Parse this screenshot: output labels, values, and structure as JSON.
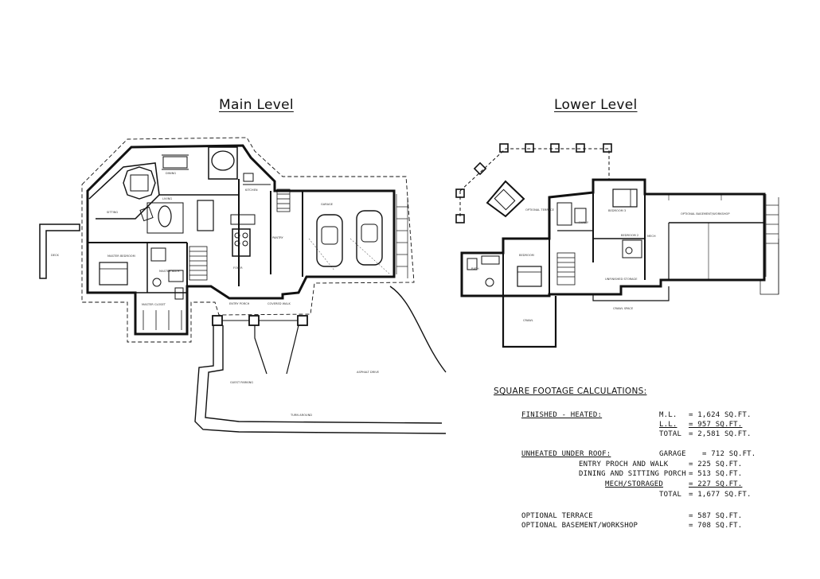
{
  "titles": {
    "main": "Main Level",
    "lower": "Lower Level"
  },
  "square_footage": {
    "heading": "SQUARE FOOTAGE CALCULATIONS:",
    "finished_label": "FINISHED - HEATED:",
    "ml_label": "M.L.",
    "ml_value": "= 1,624 SQ.FT.",
    "ll_label": "L.L.",
    "ll_value": "= 957 SQ.FT.",
    "finished_total_label": "TOTAL",
    "finished_total_value": "= 2,581 SQ.FT.",
    "unheated_label": "UNHEATED UNDER ROOF:",
    "garage_label": "GARAGE",
    "garage_value": "= 712 SQ.FT.",
    "entry_label": "ENTRY PROCH AND WALK",
    "entry_value": "= 225 SQ.FT.",
    "dining_label": "DINING AND SITTING PORCH",
    "dining_value": "= 513 SQ.FT.",
    "mech_label": "MECH/STORAGED",
    "mech_value": "= 227 SQ.FT.",
    "unheated_total_label": "TOTAL",
    "unheated_total_value": "= 1,677 SQ.FT.",
    "terrace_label": "OPTIONAL TERRACE",
    "terrace_value": "= 587 SQ.FT.",
    "basement_label": "OPTIONAL BASEMENT/WORKSHOP",
    "basement_value": "= 708 SQ.FT."
  },
  "labels": {
    "garage": "GARAGE",
    "kitchen": "KITCHEN",
    "dining": "DINING",
    "living": "LIVING",
    "sitting": "SITTING",
    "master_bedroom": "MASTER BEDROOM",
    "master_closet": "MASTER CLOSET",
    "master_bath": "MASTER BATH",
    "pantry": "PANTRY",
    "foyer": "FOYER",
    "covered_walk": "COVERED WALK",
    "entry_porch": "ENTRY PORCH",
    "deck": "DECK",
    "guest_parking": "GUEST PARKING",
    "asphalt_drive": "ASPHALT DRIVE",
    "turn_around": "TURN AROUND",
    "optional_terrace": "OPTIONAL TERRACE",
    "bedroom_2": "BEDROOM 2",
    "bedroom_3": "BEDROOM 3",
    "bedroom": "BEDROOM",
    "family": "FAMILY",
    "mech": "MECH",
    "unfinished_storage": "UNFINISHED STORAGE",
    "optional_basement": "OPTIONAL BASEMENT/WORKSHOP",
    "crawl": "CRAWL",
    "crawl_space": "CRAWL SPACE",
    "bath": "BATH"
  }
}
